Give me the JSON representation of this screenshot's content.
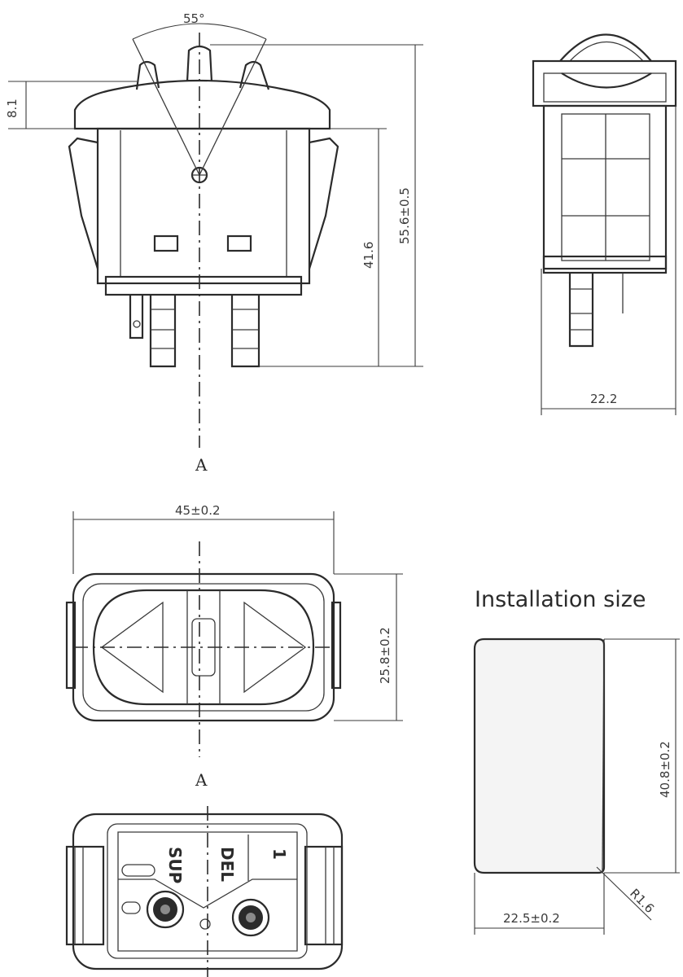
{
  "diagram": {
    "angle_label": "55°",
    "height_small": "8.1",
    "height_mid": "41.6",
    "height_total": "55.6±0.5",
    "width_side": "22.2",
    "width_top": "45±0.2",
    "height_top": "25.8±0.2",
    "section_mark_upper": "A",
    "section_mark_lower": "A",
    "install_title": "Installation size",
    "install_height": "40.8±0.2",
    "install_width": "22.5±0.2",
    "corner_radius": "R1.6",
    "terminal_left": "SUP",
    "terminal_mid": "DEL",
    "terminal_right": "1"
  }
}
